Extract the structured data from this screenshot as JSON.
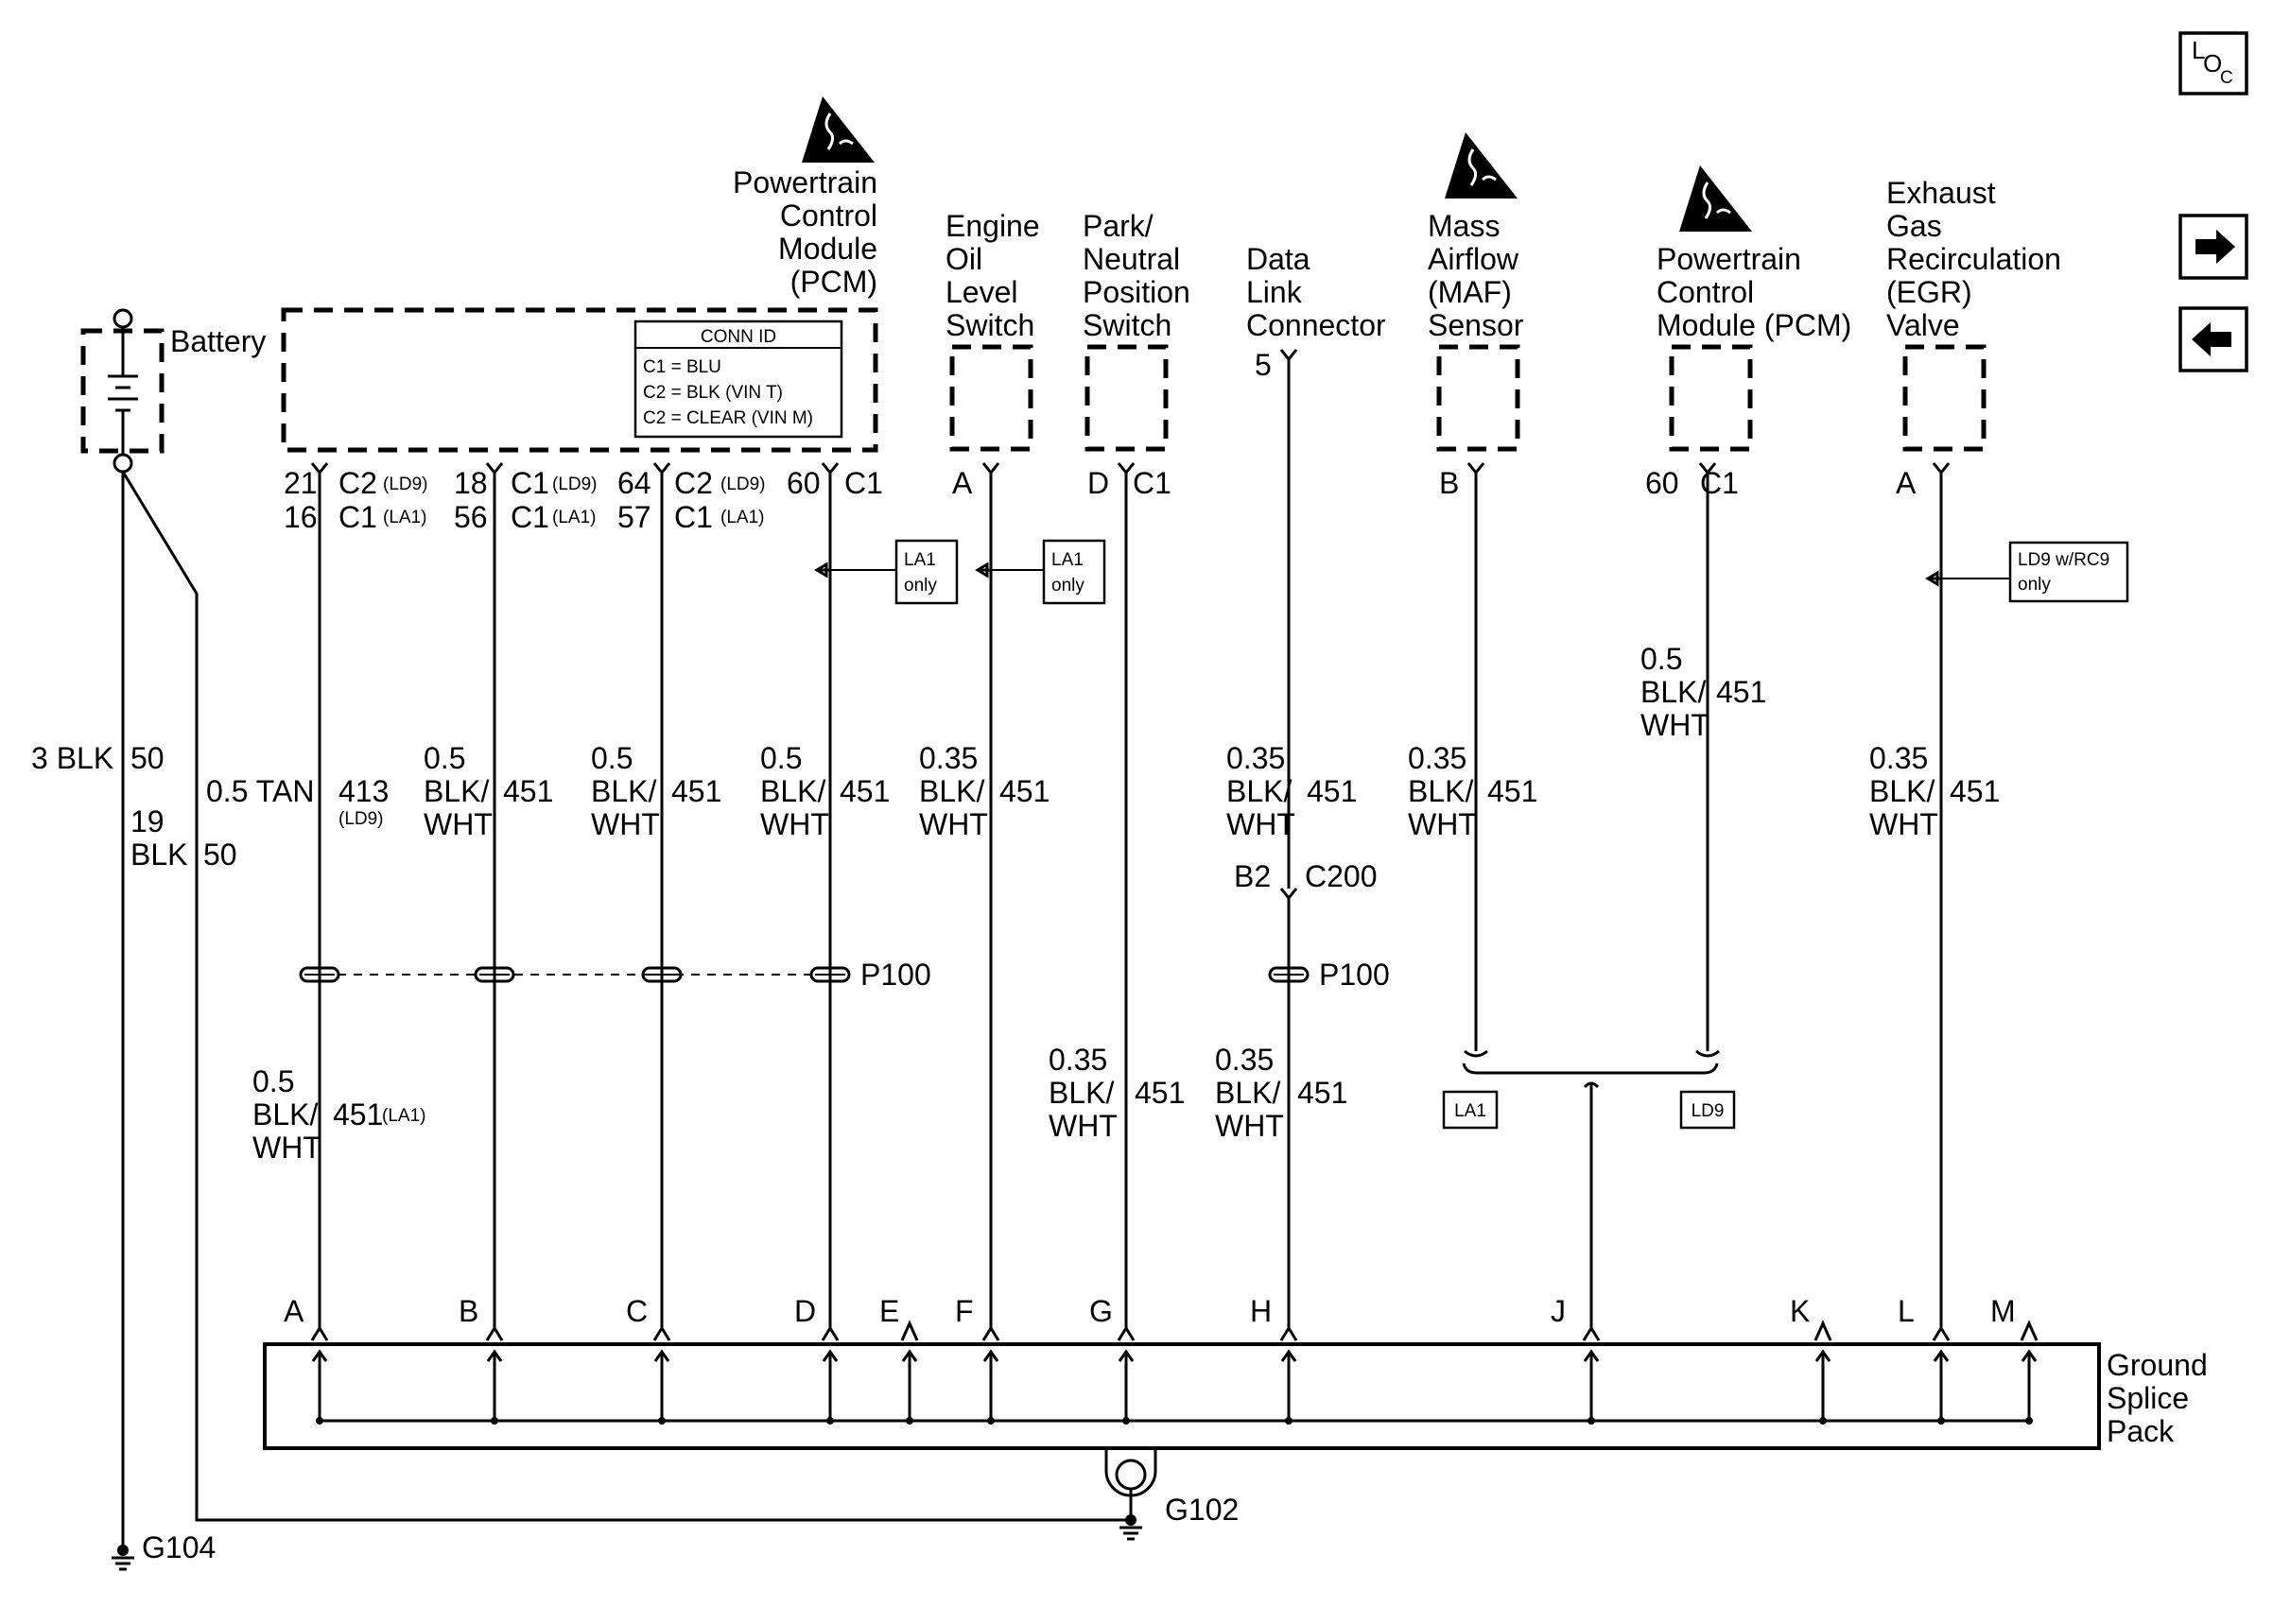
{
  "nav": {
    "loc_l": "L",
    "loc_o": "O",
    "loc_c": "C"
  },
  "components": {
    "battery": "Battery",
    "pcm1": [
      "Powertrain",
      "Control",
      "Module",
      "(PCM)"
    ],
    "conn_id": {
      "title": "CONN ID",
      "rows": [
        "C1 = BLU",
        "C2 = BLK (VIN T)",
        "C2 = CLEAR (VIN M)"
      ]
    },
    "oil": [
      "Engine",
      "Oil",
      "Level",
      "Switch"
    ],
    "pnp": [
      "Park/",
      "Neutral",
      "Position",
      "Switch"
    ],
    "dlc": [
      "Data",
      "Link",
      "Connector"
    ],
    "maf": [
      "Mass",
      "Airflow",
      "(MAF)",
      "Sensor"
    ],
    "pcm2": [
      "Powertrain",
      "Control",
      "Module (PCM)"
    ],
    "egr": [
      "Exhaust",
      "Gas",
      "Recirculation",
      "(EGR)",
      "Valve"
    ],
    "splice": [
      "Ground",
      "Splice",
      "Pack"
    ]
  },
  "pins": {
    "p1a": "21",
    "p1a_c": "C2",
    "p1a_o": "(LD9)",
    "p1b": "16",
    "p1b_c": "C1",
    "p1b_o": "(LA1)",
    "p2a": "18",
    "p2a_c": "C1",
    "p2a_o": "(LD9)",
    "p2b": "56",
    "p2b_c": "C1",
    "p2b_o": "(LA1)",
    "p3a": "64",
    "p3a_c": "C2",
    "p3a_o": "(LD9)",
    "p3b": "57",
    "p3b_c": "C1",
    "p3b_o": "(LA1)",
    "p4": "60",
    "p4_c": "C1",
    "oil": "A",
    "pnp": "D",
    "pnp_c": "C1",
    "dlc": "5",
    "maf": "B",
    "pcm2": "60",
    "pcm2_c": "C1",
    "egr": "A"
  },
  "notes": {
    "la1": [
      "LA1",
      "only"
    ],
    "ld9rc9": [
      "LD9 w/RC9",
      "only"
    ]
  },
  "wires": {
    "bat": [
      "3 BLK",
      "50"
    ],
    "bat2": [
      "19",
      "BLK",
      "50"
    ],
    "tan": [
      "0.5 TAN",
      "413",
      "(LD9)"
    ],
    "w2": [
      "0.5",
      "BLK/",
      "WHT",
      "451"
    ],
    "w3": [
      "0.5",
      "BLK/",
      "WHT",
      "451"
    ],
    "w4": [
      "0.5",
      "BLK/",
      "WHT",
      "451"
    ],
    "w5": [
      "0.35",
      "BLK/",
      "WHT",
      "451"
    ],
    "w7": [
      "0.35",
      "BLK/",
      "WHT",
      "451"
    ],
    "w8": [
      "0.35",
      "BLK/",
      "WHT",
      "451"
    ],
    "w9": [
      "0.5",
      "BLK/",
      "WHT",
      "451"
    ],
    "w10": [
      "0.35",
      "BLK/",
      "WHT",
      "451"
    ],
    "low1": [
      "0.5",
      "BLK/",
      "WHT",
      "451",
      "(LA1)"
    ],
    "low6": [
      "0.35",
      "BLK/",
      "WHT",
      "451"
    ],
    "low7": [
      "0.35",
      "BLK/",
      "WHT",
      "451"
    ]
  },
  "connectors": {
    "b2": "B2",
    "c200": "C200",
    "p100a": "P100",
    "p100b": "P100"
  },
  "options": {
    "la1": "LA1",
    "ld9": "LD9"
  },
  "splice_pins": [
    "A",
    "B",
    "C",
    "D",
    "E",
    "F",
    "G",
    "H",
    "J",
    "K",
    "L",
    "M"
  ],
  "grounds": {
    "g102": "G102",
    "g104": "G104"
  }
}
